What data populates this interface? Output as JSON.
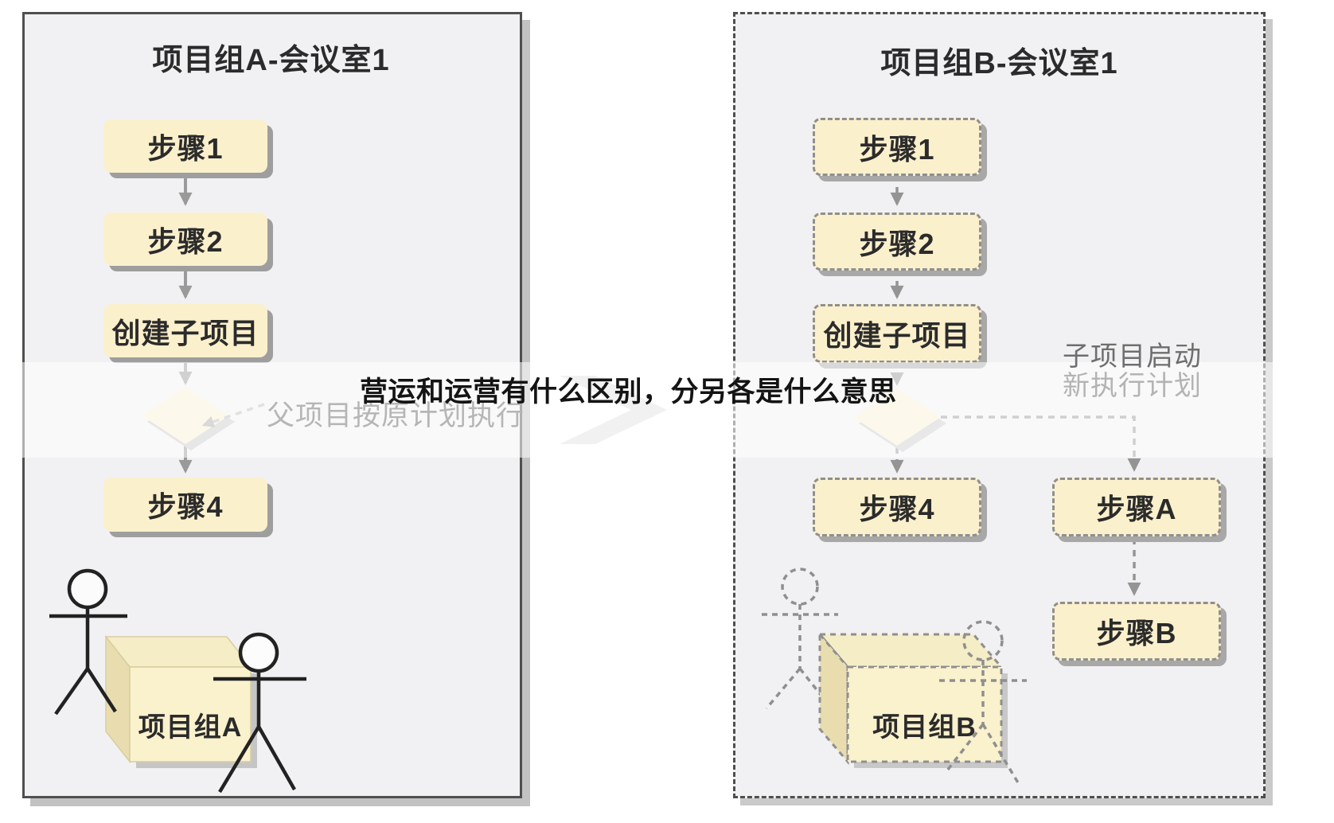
{
  "caption": "营运和运营有什么区别，分另各是什么意思",
  "panels": {
    "a": {
      "title": "项目组A-会议室1",
      "steps": [
        "步骤1",
        "步骤2",
        "创建子项目",
        "步骤4"
      ],
      "decision_note": "父项目按原计划执行",
      "cube_label": "项目组A"
    },
    "b": {
      "title": "项目组B-会议室1",
      "steps": [
        "步骤1",
        "步骤2",
        "创建子项目",
        "步骤4"
      ],
      "branch_steps": [
        "步骤A",
        "步骤B"
      ],
      "branch_note_line1": "子项目启动",
      "branch_note_line2": "新执行计划",
      "cube_label": "项目组B"
    }
  },
  "colors": {
    "panel_background": "#f1f1f3",
    "panel_border": "#4f4f4f",
    "step_fill": "#fbf0cc",
    "step_shadow": "#9e9e9e",
    "arrow_gray": "#9a9a9a",
    "faded_note_gray": "#b6b6b6",
    "caption_text": "#141414",
    "cube_front": "#faf1cd",
    "cube_top": "#f5edc6",
    "cube_side": "#e9ddb0"
  }
}
